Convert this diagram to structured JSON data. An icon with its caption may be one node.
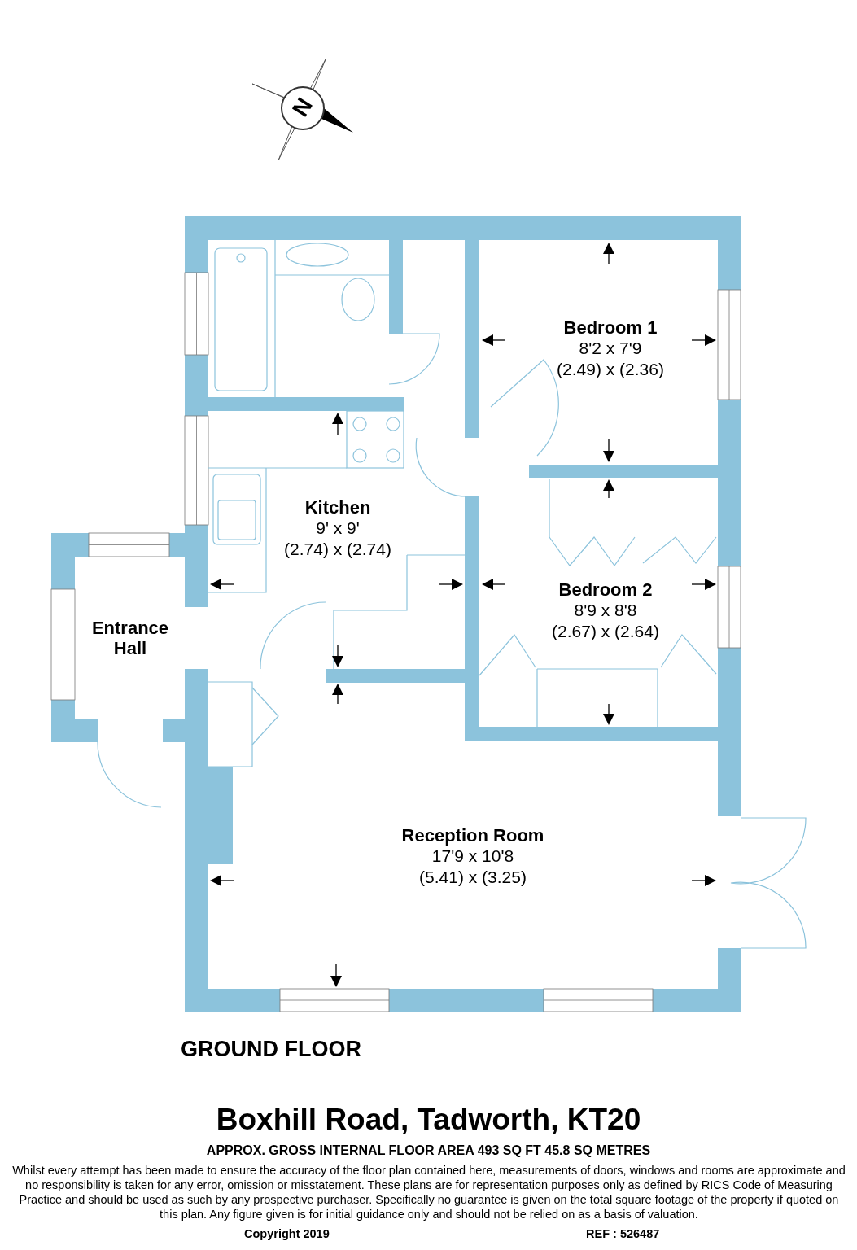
{
  "diagram": {
    "title": "Boxhill Road, Tadworth, KT20",
    "nodes": [
      {
        "text": [
          "Bedroom 1",
          "8'2 x 7'9",
          "(2.49) x (2.36)"
        ]
      },
      {
        "text": [
          "Kitchen",
          "9' x 9'",
          "(2.74) x (2.74)"
        ]
      },
      {
        "text": [
          "Entrance Hall"
        ]
      },
      {
        "text": [
          "Bedroom 2",
          "8'9 x 8'8",
          "(2.67) x (2.64)"
        ]
      },
      {
        "text": [
          "Reception Room",
          "17'9 x 10'8",
          "(5.41) x (3.25)"
        ]
      }
    ],
    "labels": [
      "N",
      "GROUND FLOOR",
      "APPROX. GROSS INTERNAL FLOOR AREA 493 SQ FT 45.8 SQ METRES",
      "Whilst every attempt has been made to ensure the accuracy of the floor plan contained here, measurements of doors, windows and rooms are approximate and no responsibility is taken for any error, omission or misstatement. These plans are for representation purposes only as defined by RICS Code of Measuring Practice and should be used as such by any prospective purchaser.  Specifically no guarantee is given on the total square footage of the property if quoted on this plan. Any figure given is for initial guidance only and should not be relied on as a basis of valuation.",
      "Copyright 2019",
      "REF : 526487"
    ]
  }
}
